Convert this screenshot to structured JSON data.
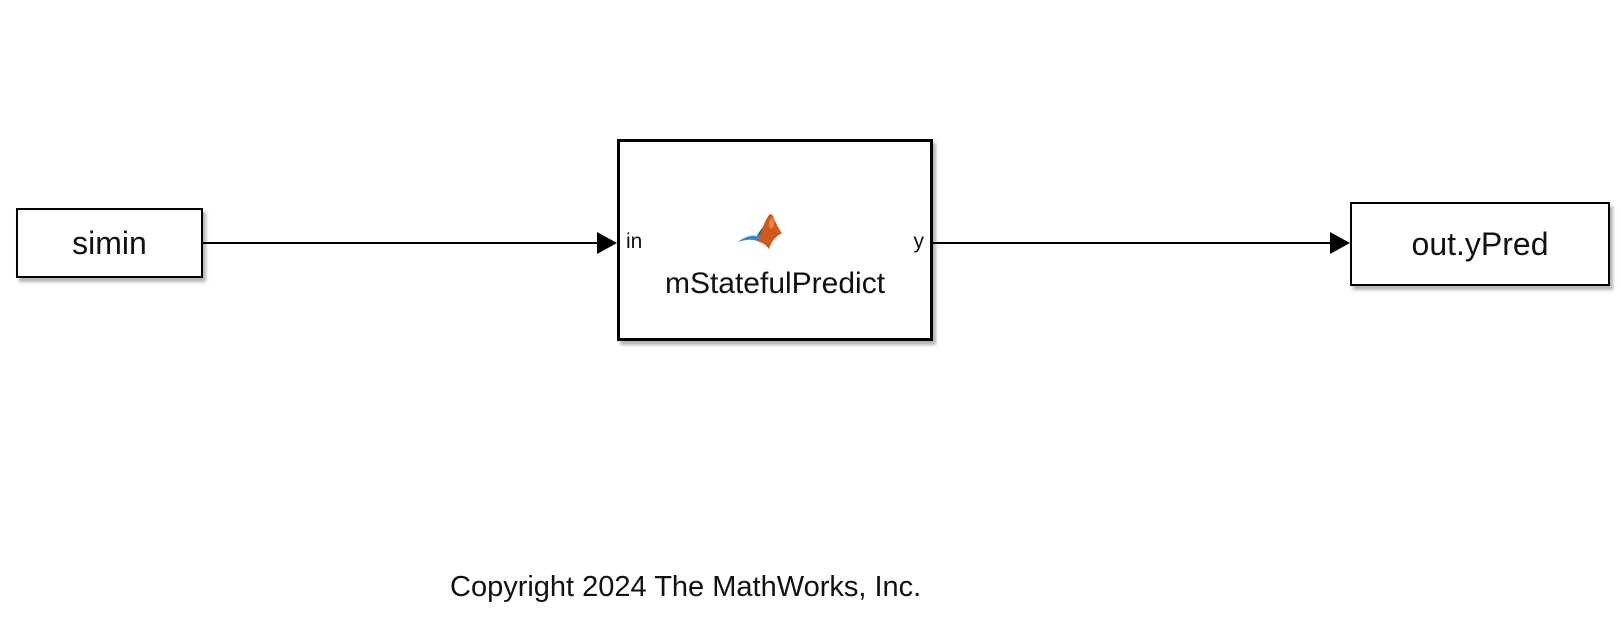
{
  "blocks": {
    "simin": {
      "label": "simin"
    },
    "matlab_function": {
      "name": "mStatefulPredict",
      "input_port": "in",
      "output_port": "y",
      "icon": "matlab-logo"
    },
    "out": {
      "label": "out.yPred"
    }
  },
  "copyright": "Copyright 2024 The MathWorks, Inc.",
  "colors": {
    "background": "#ffffff",
    "block_fill": "#ffffff",
    "block_border": "#000000",
    "line": "#000000",
    "logo_orange": "#cd5a1d",
    "logo_orange_light": "#e4804a",
    "logo_blue": "#3e87c3",
    "logo_blue_dark": "#1c5e93"
  }
}
